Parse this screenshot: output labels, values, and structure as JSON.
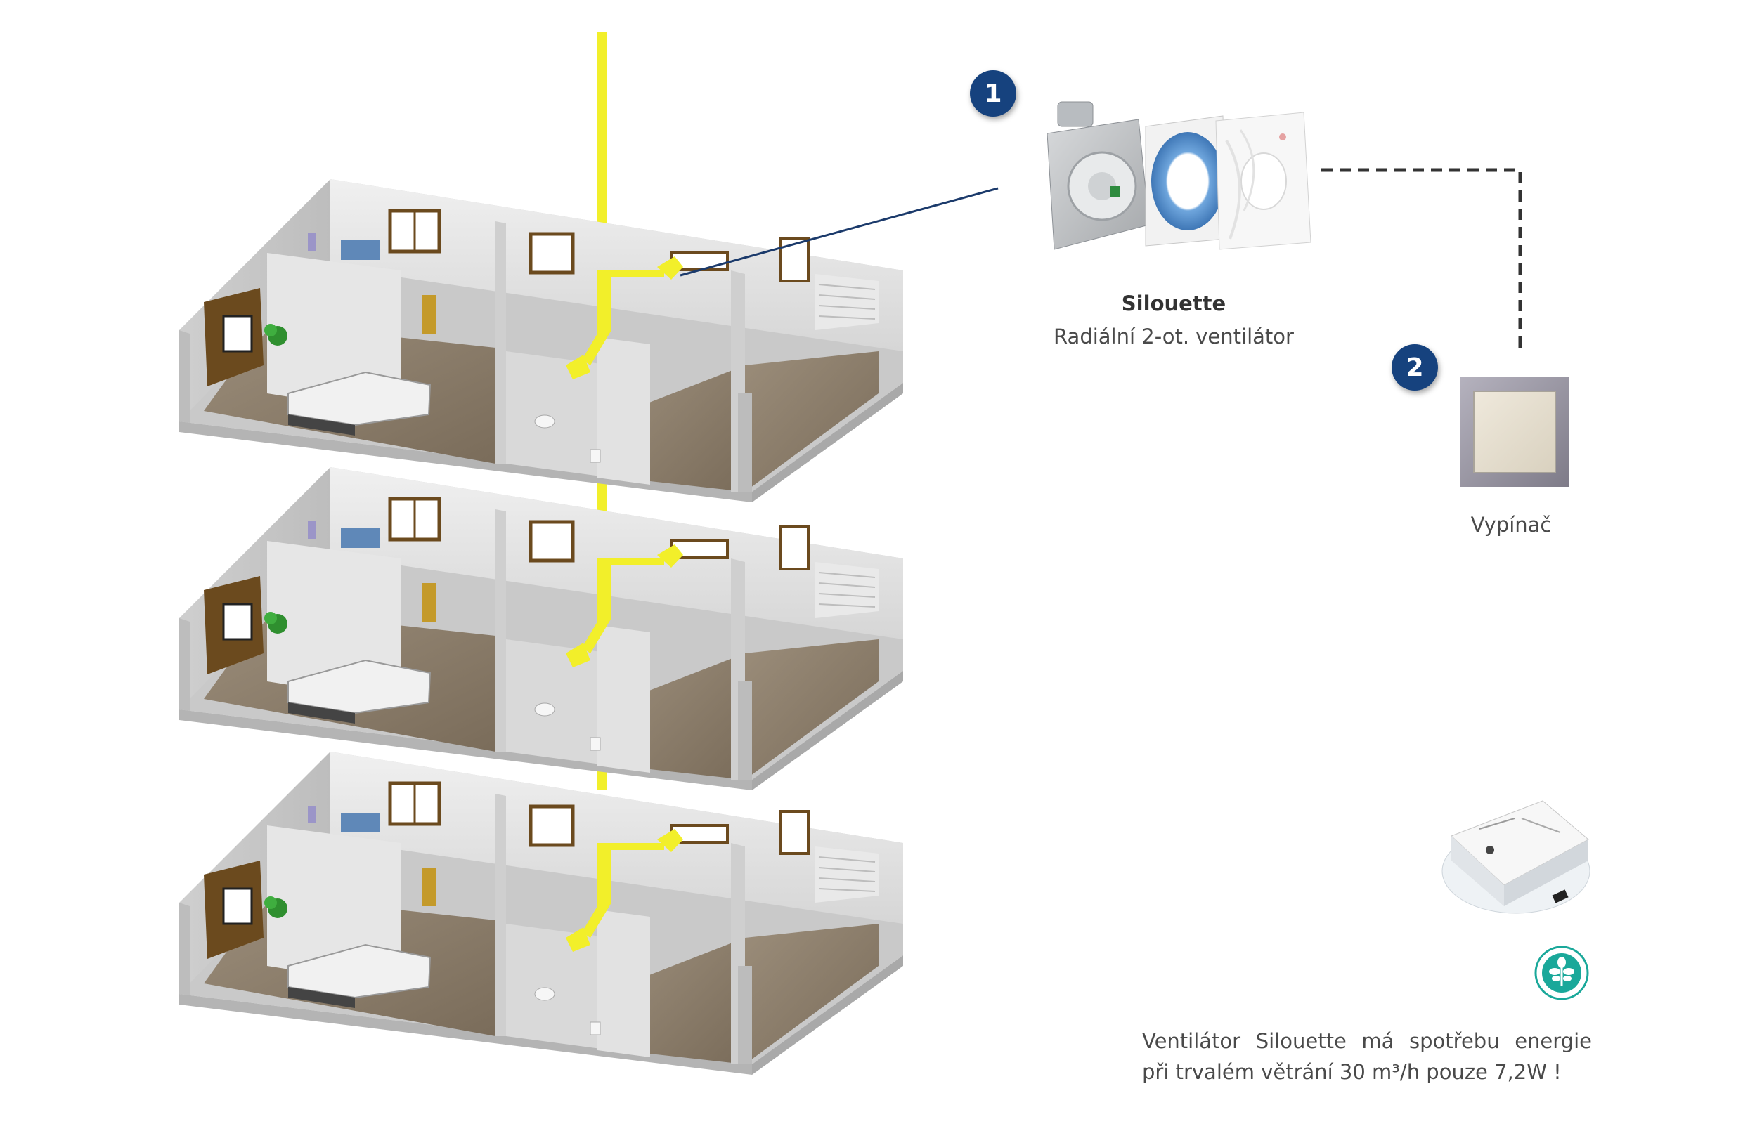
{
  "badges": {
    "fan": "1",
    "switch": "2"
  },
  "product": {
    "name": "Silouette",
    "description": "Radiální 2-ot. ventilátor"
  },
  "switch": {
    "label": "Vypínač"
  },
  "note": {
    "line1": "Ventilátor Silouette má spotřebu energie",
    "line2": "při trvalém větrání 30 m³/h pouze 7,2W !"
  },
  "colors": {
    "badge": "#16427e",
    "duct": "#f2ef2a",
    "walls": "#e4e4e4",
    "floor": "#8a7c6a",
    "logo": "#1aa89a"
  },
  "floors": [
    {
      "name": "floor-top"
    },
    {
      "name": "floor-middle"
    },
    {
      "name": "floor-bottom"
    }
  ]
}
